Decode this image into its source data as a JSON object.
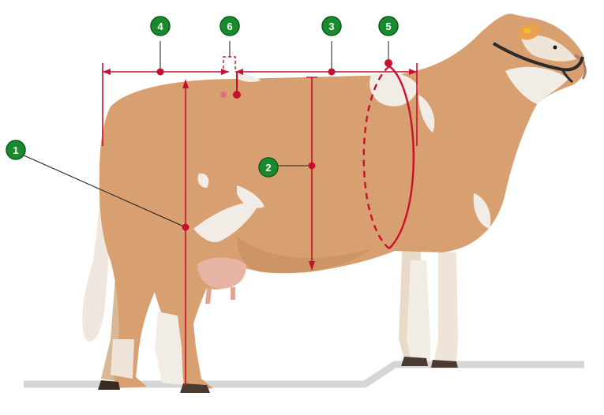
{
  "colors": {
    "marker_fill": "#1a8a2e",
    "marker_ring": "#0d5a1a",
    "marker_text": "#ffffff",
    "measure_line": "#c8102e",
    "coat_fawn": "#d8a070",
    "coat_white": "#f2ece6",
    "ground": "#d6d6d6"
  },
  "markers": [
    {
      "id": "m1",
      "label": "1"
    },
    {
      "id": "m2",
      "label": "2"
    },
    {
      "id": "m3",
      "label": "3"
    },
    {
      "id": "m4",
      "label": "4"
    },
    {
      "id": "m5",
      "label": "5"
    },
    {
      "id": "m6",
      "label": "6"
    }
  ],
  "icons": {
    "subject": "cow-icon",
    "halter": "halter-icon",
    "ground": "ground-icon"
  }
}
